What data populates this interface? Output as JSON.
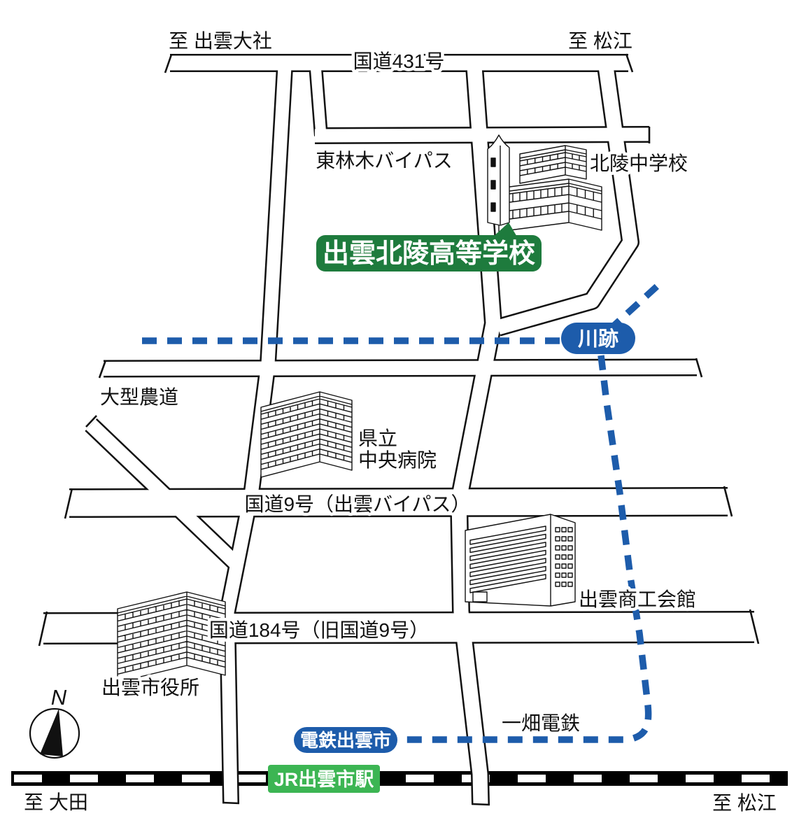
{
  "colors": {
    "line_blue": "#1d5cab",
    "school_green": "#1e7b3d",
    "jr_green": "#3cb553",
    "railway_black": "#000000",
    "outline": "#111111"
  },
  "destinations": {
    "top_left": "至 出雲大社",
    "top_right": "至 松江",
    "bottom_left": "至 大田",
    "bottom_right": "至 松江"
  },
  "roads": {
    "route431": "国道431号",
    "bypass": "東林木バイパス",
    "farm_road": "大型農道",
    "route9": "国道9号（出雲バイパス）",
    "route184": "国道184号（旧国道9号）"
  },
  "places": {
    "school": "出雲北陵高等学校",
    "junior_high": "北陵中学校",
    "hospital_line1": "県立",
    "hospital_line2": "中央病院",
    "chamber": "出雲商工会館",
    "city_hall": "出雲市役所"
  },
  "railway": {
    "kawato_station": "川跡",
    "ichibata_line": "一畑電鉄",
    "dentetsu_station": "電鉄出雲市",
    "jr_station": "JR出雲市駅"
  },
  "compass": {
    "north": "N"
  }
}
